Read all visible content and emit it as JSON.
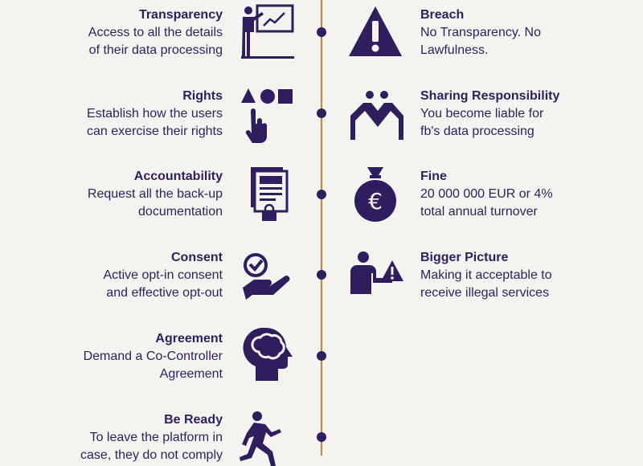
{
  "colors": {
    "primary": "#2d1f5e",
    "timeline": "#b8893f",
    "background": "#f5f3f0"
  },
  "left_items": [
    {
      "title": "Transparency",
      "line1": "Access to all the details",
      "line2": "of their data processing",
      "icon": "presentation-icon"
    },
    {
      "title": "Rights",
      "line1": "Establish how the users",
      "line2": "can exercise their rights",
      "icon": "shapes-pointer-icon"
    },
    {
      "title": "Accountability",
      "line1": "Request all the back-up",
      "line2": "documentation",
      "icon": "documents-lock-icon"
    },
    {
      "title": "Consent",
      "line1": "Active opt-in consent",
      "line2": "and effective opt-out",
      "icon": "check-hand-icon"
    },
    {
      "title": "Agreement",
      "line1": "Demand a Co-Controller",
      "line2": "Agreement",
      "icon": "head-brain-icon"
    },
    {
      "title": "Be Ready",
      "line1": "To leave the platform in",
      "line2": "case, they do not comply",
      "icon": "running-person-icon"
    }
  ],
  "right_items": [
    {
      "title": "Breach",
      "line1": "No Transparency. No",
      "line2": "Lawfulness.",
      "icon": "warning-icon"
    },
    {
      "title": "Sharing Responsibility",
      "line1": "You become liable for",
      "line2": "fb's data processing",
      "icon": "handshake-icon"
    },
    {
      "title": "Fine",
      "line1": "20 000 000 EUR or 4%",
      "line2": "total annual turnover",
      "icon": "euro-bag-icon"
    },
    {
      "title": "Bigger Picture",
      "line1": "Making it acceptable to",
      "line2": "receive illegal services",
      "icon": "person-warning-icon"
    }
  ]
}
